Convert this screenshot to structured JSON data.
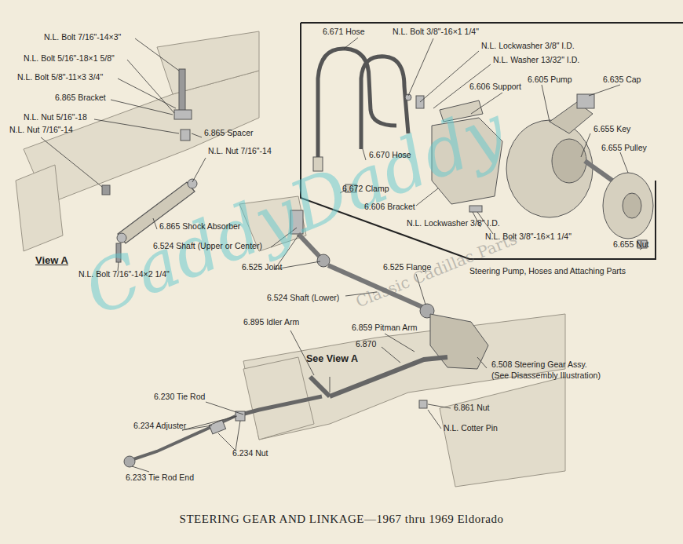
{
  "diagram": {
    "title": "STEERING GEAR AND LINKAGE—1967 thru 1969 Eldorado",
    "nodes": [
      {
        "text": [
          "Steering Pump, Hoses and Attaching Parts"
        ]
      }
    ],
    "labels": [
      "CaddyDaddy",
      "Classic Cadillac Parts",
      "N.L. Bolt 7/16\"-14×3\"",
      "N.L. Bolt 5/16\"-18×1 5/8\"",
      "N.L. Bolt 5/8\"-11×3 3/4\"",
      "6.865 Bracket",
      "N.L. Nut 5/16\"-18",
      "N.L. Nut 7/16\"-14",
      "6.865 Spacer",
      "N.L. Nut 7/16\"-14",
      "6.865 Shock Absorber",
      "View A",
      "N.L. Bolt 7/16\"-14×2 1/4\"",
      "6.524 Shaft (Upper or Center)",
      "6.525 Joint",
      "6.524 Shaft (Lower)",
      "6.525 Flange",
      "6.895 Idler Arm",
      "6.859 Pitman Arm",
      "6.870",
      "See View A",
      "6.508 Steering Gear Assy.",
      "(See Disassembly Illustration)",
      "6.861 Nut",
      "N.L. Cotter Pin",
      "6.230 Tie Rod",
      "6.234 Adjuster",
      "6.234 Nut",
      "6.233 Tie Rod End",
      "6.671 Hose",
      "N.L. Bolt 3/8\"-16×1 1/4\"",
      "N.L. Lockwasher 3/8\" I.D.",
      "N.L. Washer 13/32\" I.D.",
      "6.606 Support",
      "6.605 Pump",
      "6.635 Cap",
      "6.655 Key",
      "6.655 Pulley",
      "6.670 Hose",
      "6.672 Clamp",
      "6.606 Bracket",
      "N.L. Lockwasher 3/8\" I.D.",
      "N.L. Bolt 3/8\"-16×1 1/4\"",
      "6.655 Nut"
    ]
  }
}
